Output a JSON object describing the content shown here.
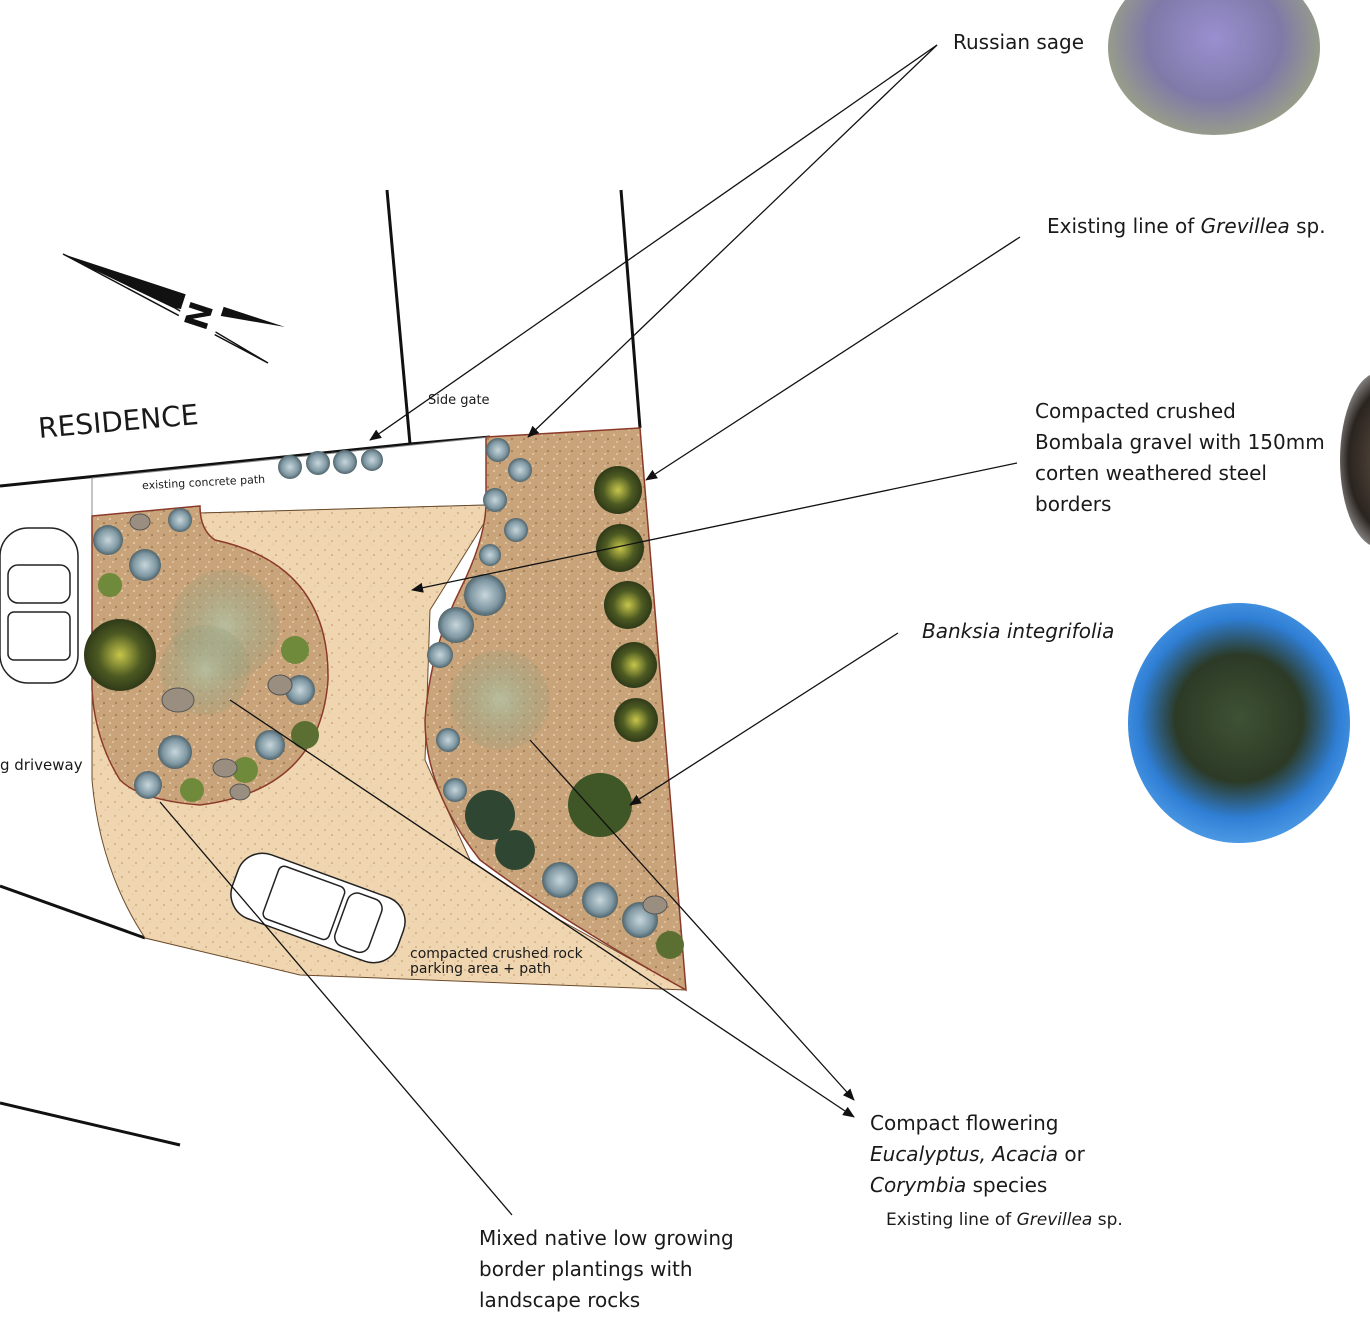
{
  "plan": {
    "residence": "RESIDENCE",
    "side_gate": "Side gate",
    "concrete_path": "existing concrete path",
    "driveway": "g driveway",
    "parking": [
      "compacted crushed rock",
      "parking area + path"
    ],
    "north_mark": "N"
  },
  "annotations": {
    "russian_sage": "Russian sage",
    "grevillea_top": {
      "prefix": "Existing line of ",
      "italic": "Grevillea",
      "suffix": " sp."
    },
    "gravel": [
      "Compacted crushed",
      "Bombala gravel with 150mm",
      "corten weathered steel",
      "borders"
    ],
    "banksia": "Banksia integrifolia",
    "eucalyptus": {
      "line1": "Compact flowering",
      "line2_italic": "Eucalyptus, Acacia",
      "line2_rest": " or",
      "line3_italic": "Corymbia",
      "line3_rest": " species"
    },
    "grevillea_bottom": {
      "prefix": "Existing line of ",
      "italic": "Grevillea",
      "suffix": " sp."
    },
    "border": [
      "Mixed native low growing",
      "border plantings with",
      "landscape rocks"
    ]
  },
  "colors": {
    "gravel_path": "#efd6b0",
    "garden_bed": "#c9a47a",
    "line": "#111111"
  }
}
